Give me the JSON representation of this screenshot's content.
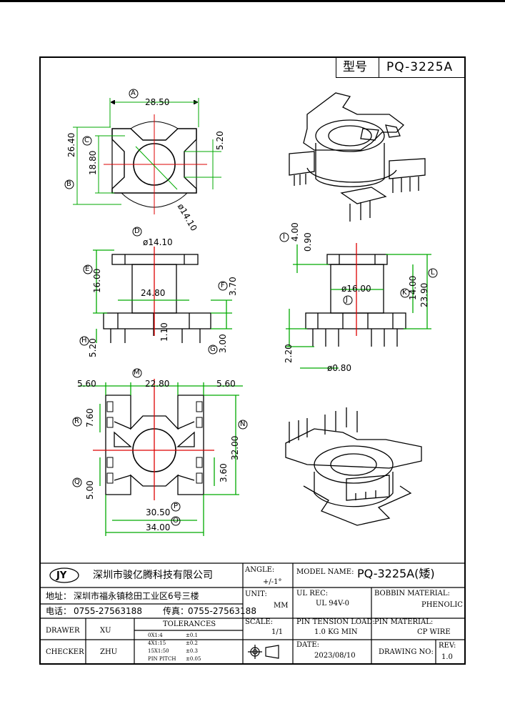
{
  "title_block": {
    "model_label": "型号",
    "model_value": "PQ-3225A",
    "logo_text": "JY",
    "company": "深圳市骏亿腾科技有限公司",
    "address_label": "地址：",
    "address": "深圳市福永镇稔田工业区6号三楼",
    "phone_label": "电话：",
    "phone": "0755-27563188",
    "fax_label": "传真：",
    "fax": "0755-27563188",
    "angle_label": "ANGLE:",
    "angle_value": "+/-1°",
    "model_name_label": "MODEL NAME:",
    "model_name_value": "PQ-3225A(矮)",
    "unit_label": "UNIT:",
    "unit_value": "MM",
    "ul_rec_label": "UL REC:",
    "ul_rec_value": "UL 94V-0",
    "bobbin_label": "BOBBIN MATERIAL:",
    "bobbin_value": "PHENOLIC",
    "scale_label": "SCALE:",
    "scale_value": "1/1",
    "pin_tension_label": "PIN TENSION LOAD:",
    "pin_tension_value": "1.0 KG MIN",
    "pin_material_label": "PIN MATERIAL:",
    "pin_material_value": "CP WIRE",
    "drawer_label": "DRAWER",
    "drawer_value": "XU",
    "checker_label": "CHECKER",
    "checker_value": "ZHU",
    "tolerances_label": "TOLERANCES",
    "tol_rows": [
      [
        "0X1:4",
        "±0.1"
      ],
      [
        "4X1:15",
        "±0.2"
      ],
      [
        "15X1:50",
        "±0.3"
      ],
      [
        "PIN PITCH",
        "±0.05"
      ]
    ],
    "date_label": "DATE:",
    "date_value": "2023/08/10",
    "drawing_no_label": "DRAWING NO:",
    "rev_label": "REV:",
    "rev_value": "1.0"
  },
  "dimensions": {
    "top_view": {
      "A": "28.50",
      "B": "26.40",
      "C": "18.80",
      "gap": "5.20",
      "dia": "ø14.10"
    },
    "front_view": {
      "D": "ø14.10",
      "E": "16.00",
      "inner": "24.80",
      "F": "3.70",
      "G": "3.00",
      "H": "5.20",
      "small": "1.10"
    },
    "side_view": {
      "I": "4.00",
      "t": "0.90",
      "J": "ø16.00",
      "K": "14.00",
      "L": "23.90",
      "pin_len": "2.20",
      "pin_dia": "ø0.80"
    },
    "bottom_view": {
      "M": "22.80",
      "left": "5.60",
      "right": "5.60",
      "R": "7.60",
      "N": "32.00",
      "Q": "5.00",
      "s": "3.60",
      "P": "30.50",
      "O": "34.00"
    }
  },
  "callouts": [
    "A",
    "B",
    "C",
    "D",
    "E",
    "F",
    "G",
    "H",
    "I",
    "J",
    "K",
    "L",
    "M",
    "N",
    "O",
    "P",
    "Q",
    "R"
  ]
}
